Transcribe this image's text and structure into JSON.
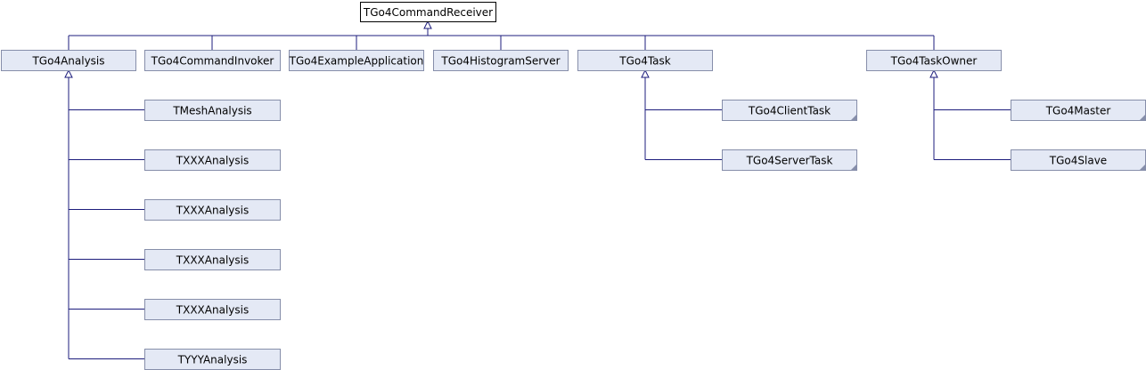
{
  "diagram": {
    "root": {
      "id": "root",
      "label": "TGo4CommandReceiver"
    },
    "nodes": [
      {
        "id": "analysis",
        "label": "TGo4Analysis",
        "parent": "root"
      },
      {
        "id": "invoker",
        "label": "TGo4CommandInvoker",
        "parent": "root"
      },
      {
        "id": "exampleapp",
        "label": "TGo4ExampleApplication",
        "parent": "root"
      },
      {
        "id": "histserver",
        "label": "TGo4HistogramServer",
        "parent": "root"
      },
      {
        "id": "task",
        "label": "TGo4Task",
        "parent": "root"
      },
      {
        "id": "taskowner",
        "label": "TGo4TaskOwner",
        "parent": "root"
      },
      {
        "id": "mesh",
        "label": "TMeshAnalysis",
        "parent": "analysis"
      },
      {
        "id": "xxx1",
        "label": "TXXXAnalysis",
        "parent": "analysis"
      },
      {
        "id": "xxx2",
        "label": "TXXXAnalysis",
        "parent": "analysis"
      },
      {
        "id": "xxx3",
        "label": "TXXXAnalysis",
        "parent": "analysis"
      },
      {
        "id": "xxx4",
        "label": "TXXXAnalysis",
        "parent": "analysis"
      },
      {
        "id": "yyy",
        "label": "TYYYAnalysis",
        "parent": "analysis"
      },
      {
        "id": "clienttask",
        "label": "TGo4ClientTask",
        "parent": "task",
        "folded": true
      },
      {
        "id": "servertask",
        "label": "TGo4ServerTask",
        "parent": "task",
        "folded": true
      },
      {
        "id": "master",
        "label": "TGo4Master",
        "parent": "taskowner",
        "folded": true
      },
      {
        "id": "slave",
        "label": "TGo4Slave",
        "parent": "taskowner",
        "folded": true
      }
    ]
  }
}
